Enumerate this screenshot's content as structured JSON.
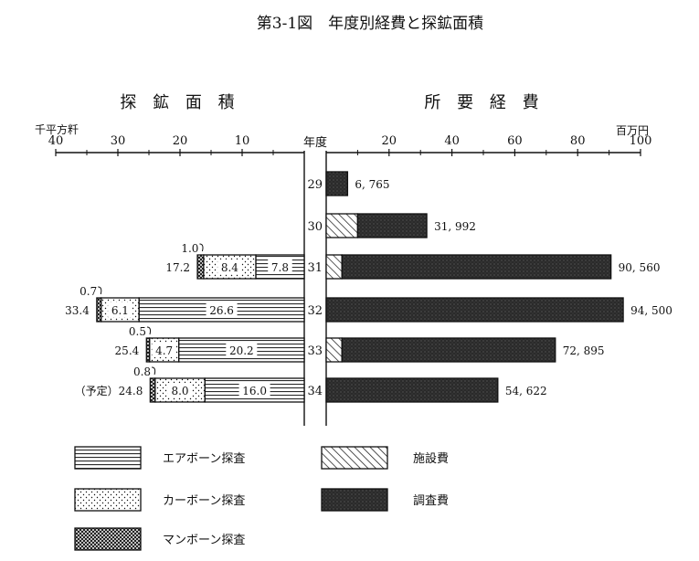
{
  "chart_data": {
    "type": "bar",
    "title": "第3-1図　年度別経費と探鉱面積",
    "year_axis_label": "年度",
    "years": [
      "29",
      "30",
      "31",
      "32",
      "33",
      "34"
    ],
    "left_panel": {
      "title": "探 鉱 面 積",
      "unit": "千平方粁",
      "ticks": [
        "40",
        "30",
        "20",
        "10"
      ],
      "xlim": [
        0,
        40
      ],
      "series": [
        {
          "key": "airborne",
          "name": "エアボーン探査",
          "values": [
            null,
            null,
            7.8,
            26.6,
            20.2,
            16.0
          ],
          "labels": [
            "",
            "",
            "7.8",
            "26.6",
            "20.2",
            "16.0"
          ]
        },
        {
          "key": "carborne",
          "name": "カーボーン探査",
          "values": [
            null,
            null,
            8.4,
            6.1,
            4.7,
            8.0
          ],
          "labels": [
            "",
            "",
            "8.4",
            "6.1",
            "4.7",
            "8.0"
          ]
        },
        {
          "key": "manborne",
          "name": "マンボーン探査",
          "values": [
            null,
            null,
            1.0,
            0.7,
            0.5,
            0.8
          ],
          "labels": [
            "",
            "",
            "1.0",
            "0.7",
            "0.5",
            "0.8"
          ]
        }
      ],
      "totals": [
        "",
        "",
        "17.2",
        "33.4",
        "25.4",
        "24.8"
      ],
      "year_notes": [
        "",
        "",
        "",
        "",
        "",
        "（予定）"
      ]
    },
    "right_panel": {
      "title": "所 要 経 費",
      "unit": "百万円",
      "ticks": [
        "20",
        "40",
        "60",
        "80",
        "100"
      ],
      "xlim": [
        0,
        100
      ],
      "series": [
        {
          "key": "facility",
          "name": "施設費",
          "values": [
            0,
            10,
            5,
            0,
            5,
            0
          ]
        },
        {
          "key": "survey",
          "name": "調査費",
          "values": [
            6.8,
            22,
            85.6,
            94.5,
            67.9,
            54.6
          ]
        }
      ],
      "totals": [
        "6, 765",
        "31, 992",
        "90, 560",
        "94, 500",
        "72, 895",
        "54, 622"
      ]
    },
    "legend": [
      {
        "key": "airborne",
        "label": "エアボーン探査"
      },
      {
        "key": "facility",
        "label": "施設費"
      },
      {
        "key": "carborne",
        "label": "カーボーン探査"
      },
      {
        "key": "survey",
        "label": "調査費"
      },
      {
        "key": "manborne",
        "label": "マンボーン探査"
      }
    ]
  }
}
